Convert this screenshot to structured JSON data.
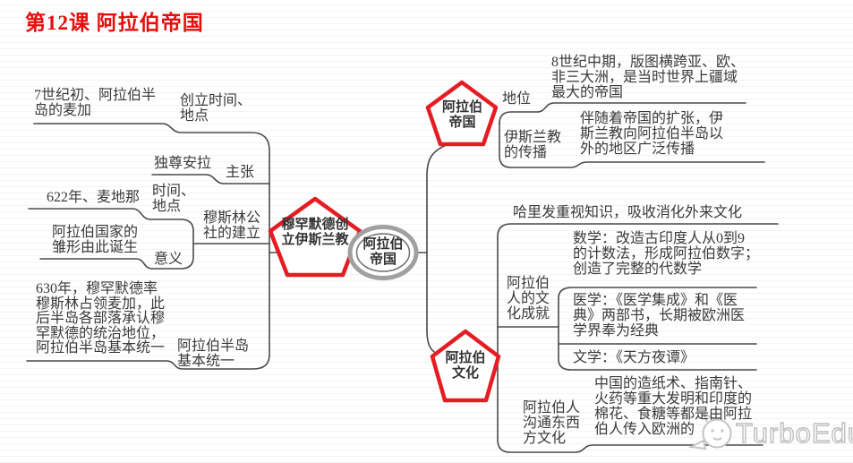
{
  "title": "第12课 阿拉伯帝国",
  "colors": {
    "title_red": "#e60d0d",
    "pentagon_red": "#e61c23",
    "line_gray": "#4a4a4a",
    "text_gray": "#3a3a3a",
    "ellipse_gray": "#a0a0a0",
    "watermark_gray": "#bfbfbf"
  },
  "watermark": {
    "brand": "TurboEdu",
    "logo": "chat-mascot-icon"
  },
  "map": {
    "root": "阿拉伯\n帝国",
    "topics": {
      "muhammad": {
        "title": "穆罕默德创\n立伊斯兰教",
        "branches": {
          "founding": {
            "label": "创立时间、\n地点",
            "leaf": "7世纪初、阿拉伯半\n岛的麦加"
          },
          "claim": {
            "label": "主张",
            "leaf": "独尊安拉"
          },
          "commune": {
            "label": "穆斯林公\n社的建立",
            "time_label": "时间、\n地点",
            "time_leaf": "622年、麦地那",
            "meaning_label": "意义",
            "meaning_leaf": "阿拉伯国家的\n雏形由此诞生"
          },
          "unification": {
            "label": "阿拉伯半岛\n基本统一",
            "leaf": "630年，穆罕默德率\n穆斯林占领麦加，此\n后半岛各部落承认穆\n罕默德的统治地位，\n阿拉伯半岛基本统一"
          }
        }
      },
      "empire": {
        "title": "阿拉伯\n帝国",
        "branches": {
          "status": {
            "label": "地位",
            "leaf": "8世纪中期，版图横跨亚、欧、\n非三大洲，是当时世界上疆域\n最大的帝国"
          },
          "islam_spread": {
            "label": "伊斯兰教\n的传播",
            "leaf": "伴随着帝国的扩张，伊\n斯兰教向阿拉伯半岛以\n外的地区广泛传播"
          }
        }
      },
      "culture": {
        "title": "阿拉伯\n文化",
        "branches": {
          "caliph": {
            "leaf": "哈里发重视知识，吸收消化外来文化"
          },
          "achievements": {
            "label": "阿拉伯\n人的文\n化成就",
            "math": "数学：改造古印度人从0到9\n的计数法，形成阿拉伯数字；\n创造了完整的代数学",
            "medicine": "医学：《医学集成》和《医\n典》两部书，长期被欧洲医\n学界奉为经典",
            "literature": "文学：《天方夜谭》"
          },
          "bridge": {
            "label": "阿拉伯人\n沟通东西\n方文化",
            "leaf": "中国的造纸术、指南针、\n火药等重大发明和印度的\n棉花、食糖等都是由阿拉\n伯人传入欧洲的"
          }
        }
      }
    }
  }
}
